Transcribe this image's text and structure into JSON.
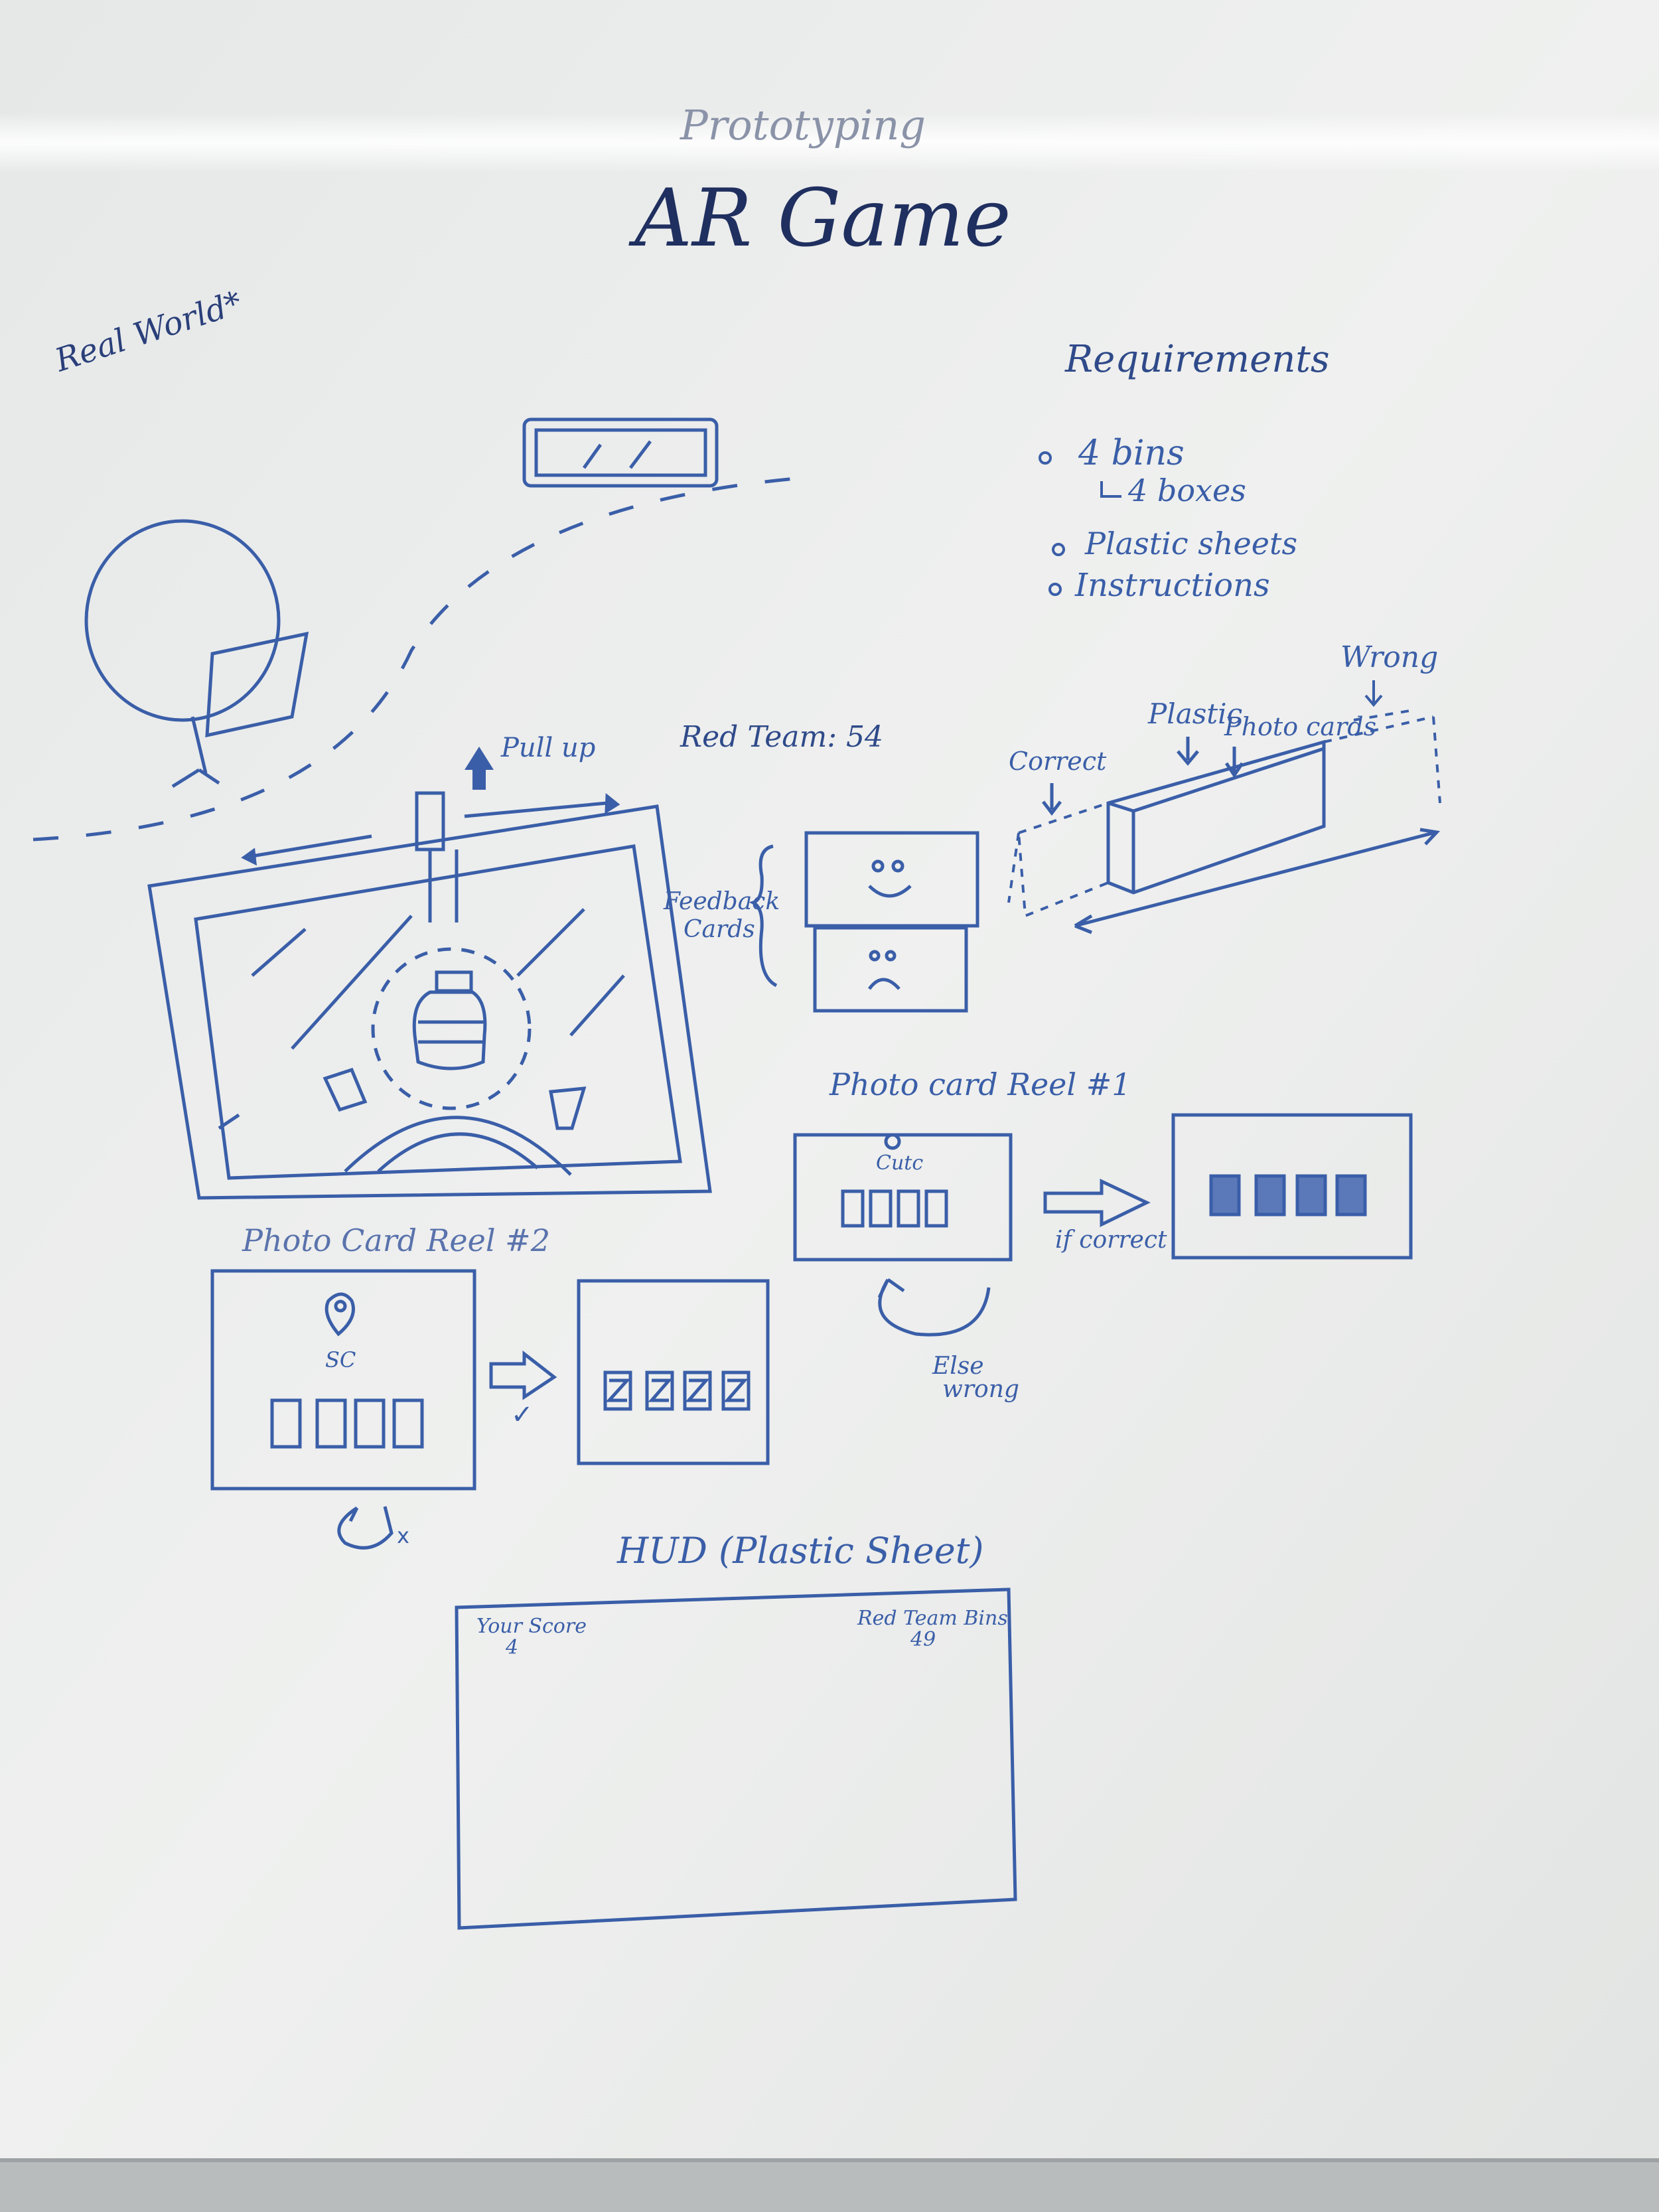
{
  "board": {
    "header_faint": "Prototyping",
    "title": "AR Game",
    "real_world": "Real World*"
  },
  "requirements": {
    "heading": "Requirements",
    "items": [
      "4 bins",
      "Plastic sheets",
      "Instructions"
    ],
    "subitem": "4 boxes"
  },
  "pull_up": "Pull up",
  "red_team": "Red Team: 54",
  "feedback": {
    "label_line1": "Feedback",
    "label_line2": "Cards"
  },
  "bin_sketch": {
    "correct": "Correct",
    "plastic": "Plastic",
    "photo_cards": "Photo cards",
    "wrong": "Wrong"
  },
  "reel1": {
    "title": "Photo card Reel #1",
    "icon_label": "Cutc",
    "if_correct": "if correct",
    "else_line1": "Else",
    "else_line2": "wrong"
  },
  "reel2": {
    "title": "Photo Card Reel #2",
    "icon_label": "SC",
    "check_mark": "✓",
    "x_mark": "x"
  },
  "hud": {
    "title": "HUD (Plastic Sheet)",
    "your_score_label": "Your Score",
    "your_score_value": "4",
    "team_label": "Red Team Bins",
    "team_value": "49"
  },
  "colors": {
    "ink": "#3a5ea8",
    "ink_dark": "#1f2f5f",
    "ink_faint": "#8a93a8",
    "board": "#ebecec"
  }
}
